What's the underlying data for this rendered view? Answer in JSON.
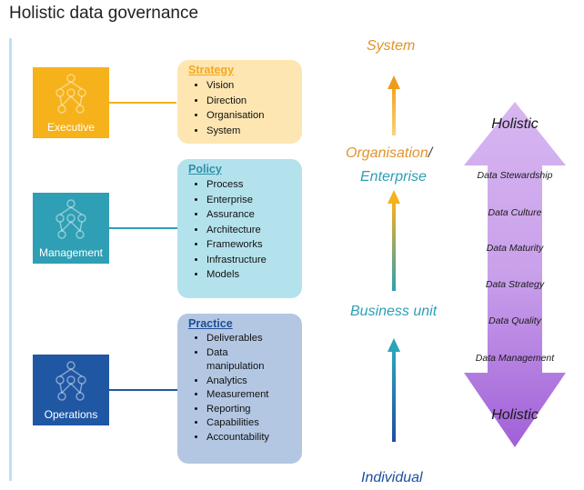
{
  "title": "Holistic data governance",
  "tiers": [
    {
      "label": "Executive"
    },
    {
      "label": "Management"
    },
    {
      "label": "Operations"
    }
  ],
  "cards": {
    "strategy": {
      "heading": "Strategy",
      "items": [
        "Vision",
        "Direction",
        "Organisation",
        "System"
      ]
    },
    "policy": {
      "heading": "Policy",
      "items": [
        "Process",
        "Enterprise",
        "Assurance",
        "Architecture",
        "Frameworks",
        "Infrastructure",
        "Models"
      ]
    },
    "practice": {
      "heading": "Practice",
      "items": [
        "Deliverables",
        "Data",
        "manipulation",
        "Analytics",
        "Measurement",
        "Reporting",
        "Capabilities",
        "Accountability"
      ]
    }
  },
  "levels": {
    "system": "System",
    "organisation": "Organisation",
    "slash": "/",
    "enterprise": "Enterprise",
    "business_unit": "Business unit",
    "individual": "Individual"
  },
  "holistic": {
    "top": "Holistic",
    "bottom": "Holistic",
    "dimensions": [
      "Data Stewardship",
      "Data Culture",
      "Data Maturity",
      "Data Strategy",
      "Data Quality",
      "Data Management"
    ]
  },
  "colors": {
    "executive": "#f6b21a",
    "management": "#2e9fb5",
    "operations": "#1f57a3",
    "arrow_purple": "#c08ae0"
  }
}
